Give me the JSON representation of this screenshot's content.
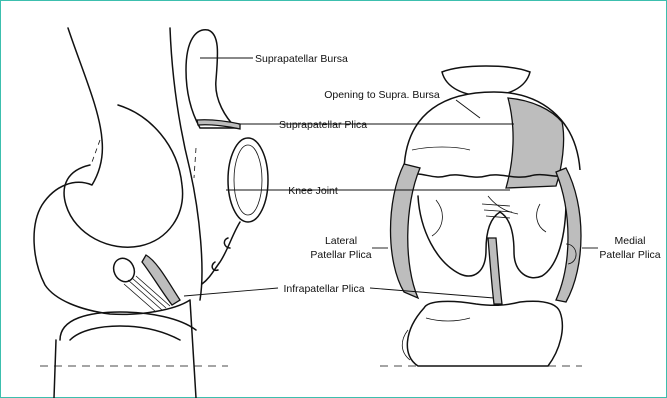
{
  "colors": {
    "frame_border": "#3cbfae",
    "plica_fill": "#bdbdbd",
    "ink": "#111111"
  },
  "labels": {
    "suprapatellar_bursa": "Suprapatellar Bursa",
    "opening_to_supra_bursa": "Opening to Supra. Bursa",
    "suprapatellar_plica": "Suprapatellar Plica",
    "knee_joint": "Knee Joint",
    "lateral_patellar_plica_line1": "Lateral",
    "lateral_patellar_plica_line2": "Patellar Plica",
    "medial_patellar_plica_line1": "Medial",
    "medial_patellar_plica_line2": "Patellar Plica",
    "infrapatellar_plica": "Infrapatellar Plica"
  }
}
